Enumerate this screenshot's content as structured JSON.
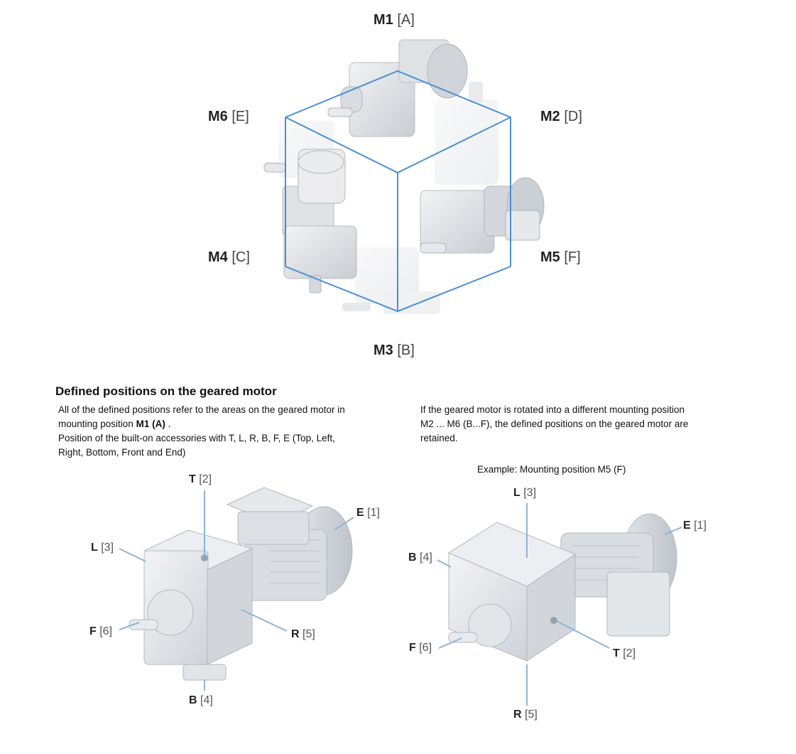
{
  "cube_labels": {
    "m1": {
      "name": "M1",
      "code": "[A]"
    },
    "m2": {
      "name": "M2",
      "code": "[D]"
    },
    "m3": {
      "name": "M3",
      "code": "[B]"
    },
    "m4": {
      "name": "M4",
      "code": "[C]"
    },
    "m5": {
      "name": "M5",
      "code": "[F]"
    },
    "m6": {
      "name": "M6",
      "code": "[E]"
    }
  },
  "section": {
    "heading": "Defined positions on the geared motor",
    "left_line1": "All of the defined positions refer to the areas on the geared motor in",
    "left_line2_pre": "mounting position ",
    "left_line2_bold": "M1 (A)",
    "left_line2_post": " .",
    "left_line3": "Position of the built-on accessories with T, L, R, B, F, E (Top, Left,",
    "left_line4": "Right, Bottom, Front and End)",
    "right_line1": "If the geared motor is rotated into a different mounting position",
    "right_line2": "M2 ... M6 (B...F), the defined positions on the geared motor are",
    "right_line3": "retained.",
    "example": "Example: Mounting position M5 (F)"
  },
  "left_motor_labels": {
    "t": {
      "name": "T",
      "code": "[2]"
    },
    "l": {
      "name": "L",
      "code": "[3]"
    },
    "e": {
      "name": "E",
      "code": "[1]"
    },
    "f": {
      "name": "F",
      "code": "[6]"
    },
    "r": {
      "name": "R",
      "code": "[5]"
    },
    "b": {
      "name": "B",
      "code": "[4]"
    }
  },
  "right_motor_labels": {
    "l": {
      "name": "L",
      "code": "[3]"
    },
    "e": {
      "name": "E",
      "code": "[1]"
    },
    "b": {
      "name": "B",
      "code": "[4]"
    },
    "f": {
      "name": "F",
      "code": "[6]"
    },
    "t": {
      "name": "T",
      "code": "[2]"
    },
    "r": {
      "name": "R",
      "code": "[5]"
    }
  },
  "colors": {
    "cube_edge": "#4a90d4",
    "leader_line": "#8fb3d9",
    "motor_body": "#e4e6e9",
    "motor_shadow": "#c3c7cc"
  }
}
